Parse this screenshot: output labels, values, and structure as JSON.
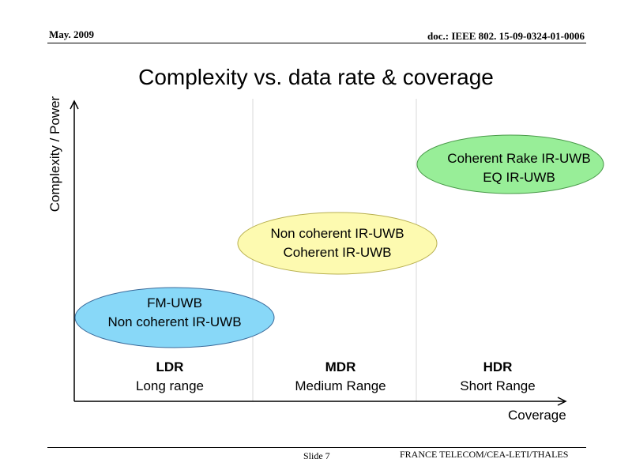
{
  "header": {
    "date": "May. 2009",
    "doc": "doc.: IEEE 802. 15-09-0324-01-0006"
  },
  "title": "Complexity vs. data rate & coverage",
  "axes": {
    "y_label": "Complexity / Power",
    "x_label": "Coverage"
  },
  "columns": [
    {
      "code": "LDR",
      "range": "Long range"
    },
    {
      "code": "MDR",
      "range": "Medium Range"
    },
    {
      "code": "HDR",
      "range": "Short Range"
    }
  ],
  "ellipses": [
    {
      "lines": [
        "FM-UWB",
        "Non coherent IR-UWB"
      ],
      "fill": "#88d8f8"
    },
    {
      "lines": [
        "Non coherent IR-UWB",
        "Coherent IR-UWB"
      ],
      "fill": "#fdfab0"
    },
    {
      "lines": [
        "Coherent Rake IR-UWB",
        "EQ IR-UWB"
      ],
      "fill": "#98ee98"
    }
  ],
  "footer": {
    "slide": "Slide 7",
    "org": "FRANCE TELECOM/CEA-LETI/THALES"
  }
}
